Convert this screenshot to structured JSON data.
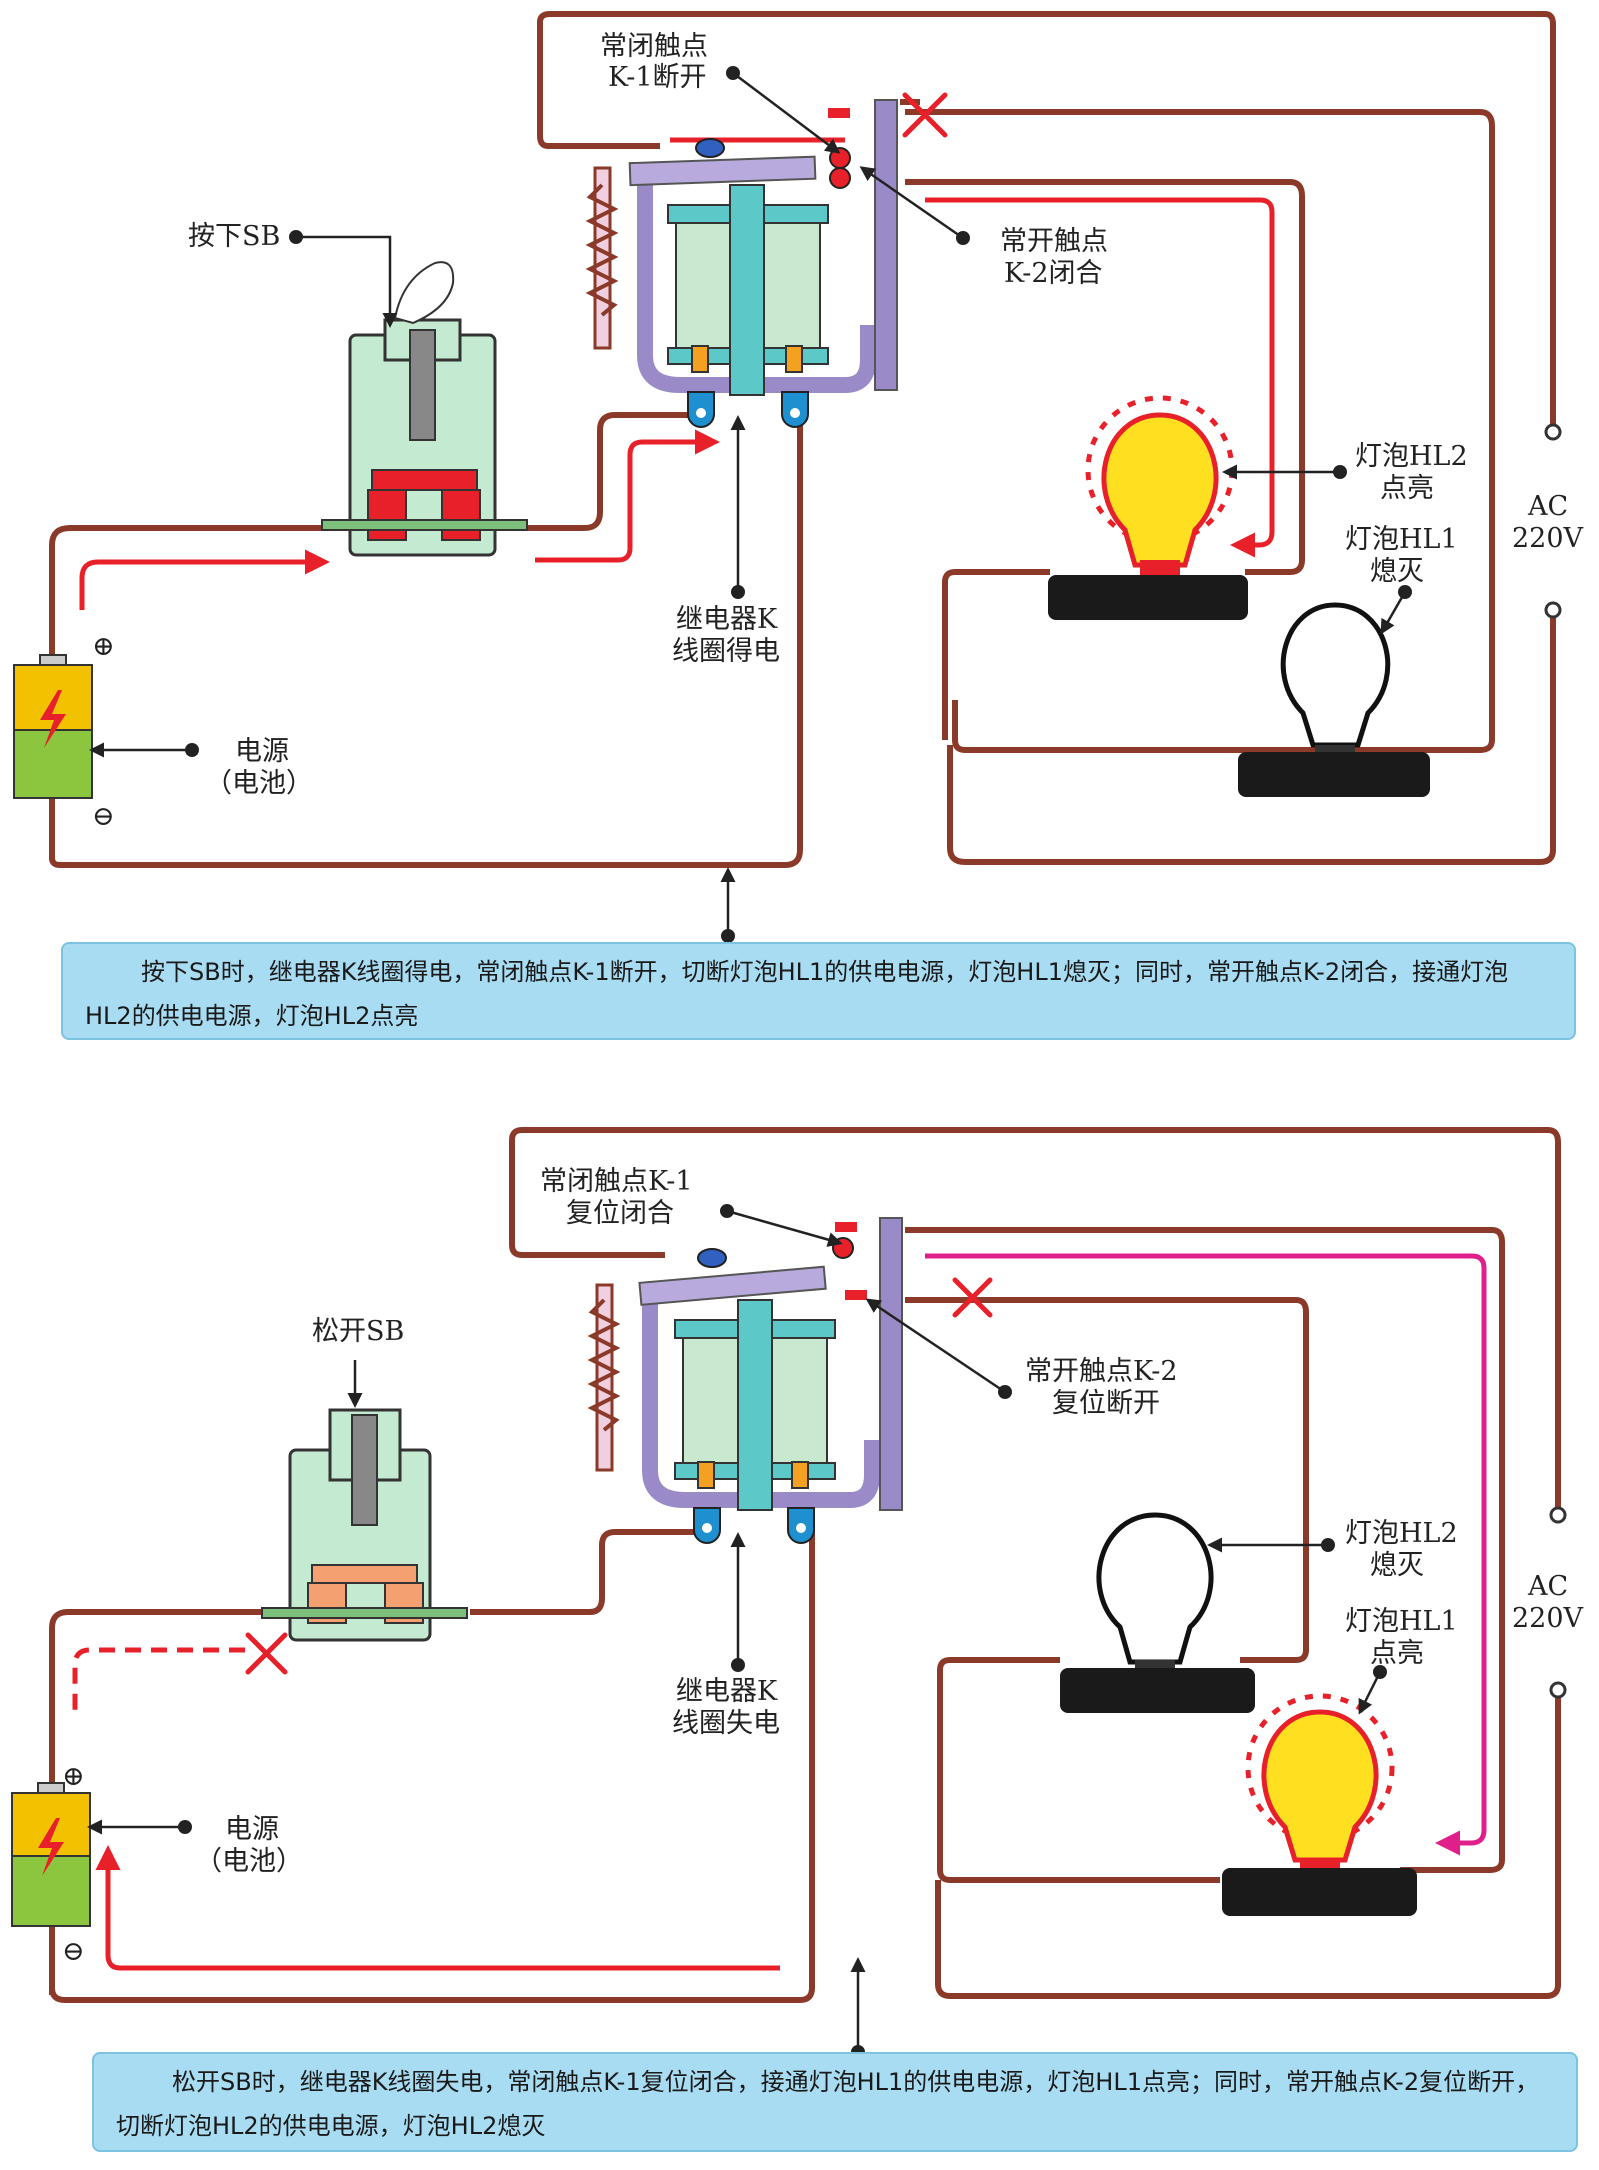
{
  "top": {
    "nc_contact_label": [
      "常闭触点",
      "K-1断开"
    ],
    "no_contact_label": [
      "常开触点",
      "K-2闭合"
    ],
    "switch_label": "按下SB",
    "coil_label": [
      "继电器K",
      "线圈得电"
    ],
    "source_label": [
      "电源",
      "（电池）"
    ],
    "hl2_label": [
      "灯泡HL2",
      "点亮"
    ],
    "hl1_label": [
      "灯泡HL1",
      "熄灭"
    ],
    "ac_label": [
      "AC",
      "220V"
    ],
    "plus": "⊕",
    "minus": "⊖",
    "caption": "按下SB时，继电器K线圈得电，常闭触点K-1断开，切断灯泡HL1的供电电源，灯泡HL1熄灭；同时，常开触点K-2闭合，接通灯泡HL2的供电电源，灯泡HL2点亮"
  },
  "bottom": {
    "nc_contact_label": [
      "常闭触点K-1",
      "复位闭合"
    ],
    "no_contact_label": [
      "常开触点K-2",
      "复位断开"
    ],
    "switch_label": "松开SB",
    "coil_label": [
      "继电器K",
      "线圈失电"
    ],
    "source_label": [
      "电源",
      "（电池）"
    ],
    "hl2_label": [
      "灯泡HL2",
      "熄灭"
    ],
    "hl1_label": [
      "灯泡HL1",
      "点亮"
    ],
    "ac_label": [
      "AC",
      "220V"
    ],
    "plus": "⊕",
    "minus": "⊖",
    "caption": "松开SB时，继电器K线圈失电，常闭触点K-1复位闭合，接通灯泡HL1的供电电源，灯泡HL1点亮；同时，常开触点K-2复位断开，切断灯泡HL2的供电电源，灯泡HL2熄灭"
  },
  "colors": {
    "wire": "#8b3a2a",
    "current": "#e8202a",
    "current_pink": "#e0208a",
    "relay_frame": "#9b8ac8",
    "coil": "#c8e8d0",
    "core": "#5cc8c8",
    "caption_bg": "#a8dcf2",
    "lamp_on": "#ffe020",
    "battery_top": "#f2c200",
    "battery_bottom": "#8cc63f"
  }
}
